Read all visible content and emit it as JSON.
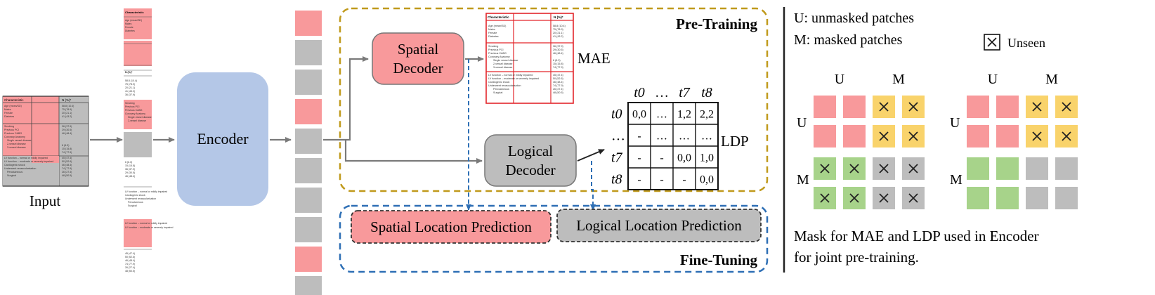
{
  "input": {
    "label": "Input",
    "table_header": [
      "Characteristic",
      "N (%)*"
    ],
    "rows_left": [
      "Age (mean/SD)",
      "Males",
      "Female",
      "Diabetes",
      "Smoking",
      "Previous PCI",
      "Previous CABG",
      "Coronary Anatomy",
      "Single vessel disease",
      "2-vessel disease",
      "3-vessel disease",
      "LV function – normal or mildly impaired",
      "LV function – moderate or severely impaired",
      "Cardiogenic shock",
      "Underwent revascularisation",
      "Percutaneous",
      "Surgical"
    ],
    "rows_right": [
      "58.8 (10.4)",
      "75 (78.9)",
      "20 (21.1)",
      "41 (43.2)",
      "36 (37.9)",
      "29 (30.5)",
      "46 (48.4)",
      "6 (6.3)",
      "15 (15.8)",
      "74 (77.9)",
      "45 (47.4)",
      "50 (52.6)",
      "46 (48.4)",
      "74 (77.9)",
      "26 (27.4)",
      "48 (50.5)"
    ]
  },
  "encoder": {
    "label": "Encoder"
  },
  "pretraining": {
    "title": "Pre-Training"
  },
  "finetuning": {
    "title": "Fine-Tuning"
  },
  "spatial_decoder": {
    "line1": "Spatial",
    "line2": "Decoder"
  },
  "logical_decoder": {
    "line1": "Logical",
    "line2": "Decoder"
  },
  "mae": {
    "label": "MAE"
  },
  "ldp": {
    "label": "LDP",
    "col_headers": [
      "t0",
      "…",
      "t7",
      "t8"
    ],
    "row_headers": [
      "t0",
      "…",
      "t7",
      "t8"
    ],
    "cells": [
      [
        "0,0",
        "…",
        "1,2",
        "2,2"
      ],
      [
        "-",
        "…",
        "…",
        "…"
      ],
      [
        "-",
        "-",
        "0,0",
        "1,0"
      ],
      [
        "-",
        "-",
        "-",
        "0,0"
      ]
    ]
  },
  "predictions": {
    "spatial": "Spatial Location Prediction",
    "logical": "Logical Location Prediction"
  },
  "legend": {
    "u_text": "U: unmasked patches",
    "m_text": "M: masked patches",
    "unseen": "Unseen",
    "col_u": "U",
    "col_m": "M",
    "row_u": "U",
    "row_m": "M",
    "caption_line1": "Mask for MAE and LDP used in Encoder",
    "caption_line2": "for joint pre-training."
  },
  "colors": {
    "pink": "#F8999B",
    "gray": "#BDBDBD",
    "yellow": "#F9D36B",
    "green": "#A7D38A",
    "encoder": "#B4C7E7",
    "gold": "#C09A1C",
    "blue": "#2E6FB5",
    "red_table": "#E3262B"
  }
}
